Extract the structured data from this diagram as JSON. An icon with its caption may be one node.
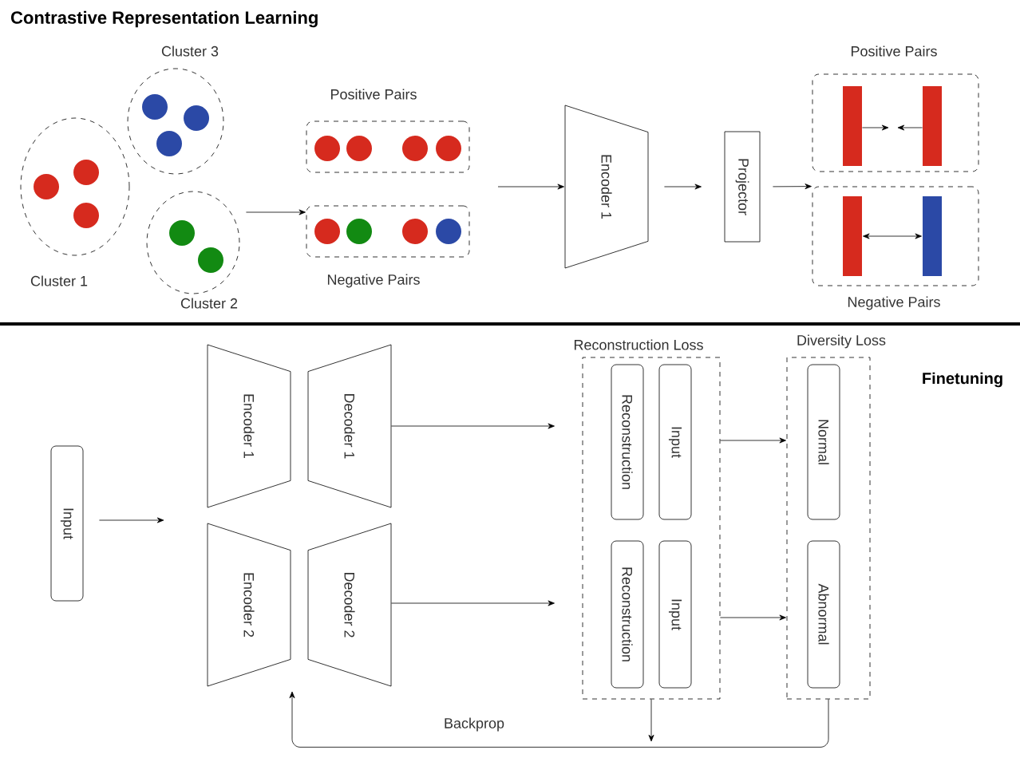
{
  "diagram": {
    "title": "Contrastive Representation Learning",
    "nodes": [
      {
        "text": [
          "Cluster 1"
        ]
      },
      {
        "text": [
          "Cluster 3"
        ]
      },
      {
        "text": [
          "Cluster 2"
        ]
      },
      {
        "text": [
          "Positive Pairs"
        ]
      },
      {
        "text": [
          "Negative Pairs"
        ]
      },
      {
        "text": [
          "Encoder 1"
        ]
      },
      {
        "text": [
          "Projector"
        ]
      },
      {
        "text": [
          "Positive Pairs"
        ]
      },
      {
        "text": [
          "Negative Pairs"
        ]
      },
      {
        "text": [],
        "shape": "bar",
        "in": 7
      },
      {
        "text": [],
        "shape": "bar",
        "in": 7
      },
      {
        "text": [],
        "shape": "bar",
        "in": 8
      },
      {
        "text": [],
        "shape": "bar",
        "in": 8
      },
      {
        "text": [
          "Input"
        ]
      },
      {
        "text": [
          "Encoder 1"
        ]
      },
      {
        "text": [
          "Decoder 1"
        ]
      },
      {
        "text": [
          "Encoder 2"
        ]
      },
      {
        "text": [
          "Decoder 2"
        ]
      },
      {
        "text": [
          "Reconstruction Loss"
        ]
      },
      {
        "text": [
          "Reconstruction"
        ],
        "in": 18
      },
      {
        "text": [
          "Input"
        ],
        "in": 18
      },
      {
        "text": [
          "Reconstruction"
        ],
        "in": 18
      },
      {
        "text": [
          "Input"
        ],
        "in": 18
      },
      {
        "text": [
          "Diversity Loss"
        ]
      },
      {
        "text": [
          "Normal"
        ],
        "in": 23
      },
      {
        "text": [
          "Abnormal"
        ],
        "in": 23
      }
    ],
    "edges": [
      {
        "from": 2,
        "to": 4,
        "arrow": "to"
      },
      {
        "from": null,
        "to": 5,
        "arrow": "to"
      },
      {
        "from": 5,
        "to": 6,
        "arrow": "to"
      },
      {
        "from": 6,
        "to": 8,
        "arrow": "to"
      },
      {
        "from": 9,
        "to": null,
        "arrow": "to"
      },
      {
        "from": 10,
        "to": null,
        "arrow": "to"
      },
      {
        "from": 11,
        "to": 12,
        "arrow": "both"
      },
      {
        "from": 13,
        "to": null,
        "arrow": "to"
      },
      {
        "from": 15,
        "to": 18,
        "arrow": "to"
      },
      {
        "from": 17,
        "to": 18,
        "arrow": "to"
      },
      {
        "from": 18,
        "to": 23,
        "arrow": "to"
      },
      {
        "from": 18,
        "to": 23,
        "arrow": "to"
      },
      {
        "from": 23,
        "to": null,
        "arrow": "to",
        "label": "Backprop"
      },
      {
        "from": 18,
        "to": null,
        "arrow": "to"
      }
    ],
    "labels": [
      "Finetuning"
    ]
  }
}
